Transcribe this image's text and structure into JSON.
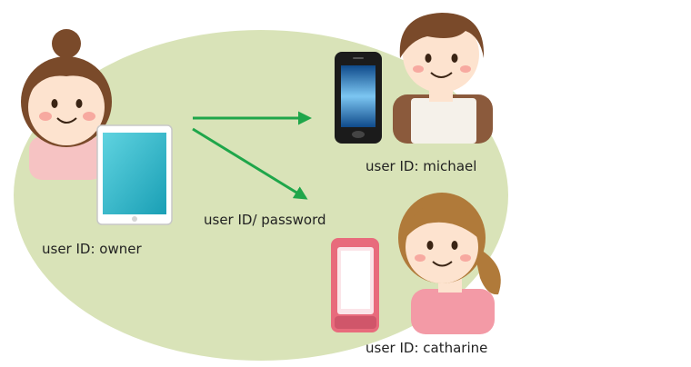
{
  "labels": {
    "owner": "user ID: owner",
    "message": "user ID/ password",
    "michael": "user ID: michael",
    "catharine": "user ID: catharine"
  },
  "colors": {
    "ellipse": "#d9e3b8",
    "arrow": "#1fa64a",
    "hair": "#7a4a2a",
    "skin": "#fde3cf",
    "owner_shirt": "#f6c3c3",
    "michael_apron": "#f5f1ea",
    "michael_shirt": "#8b5a3c",
    "catharine_shirt": "#f39aa6",
    "tablet_screen": "#2bb6c8",
    "phone_black": "#1b1b1b",
    "phone_pink": "#e86b7c"
  },
  "icons": [
    "owner-avatar",
    "tablet-icon",
    "smartphone-icon",
    "michael-avatar",
    "flip-phone-icon",
    "catharine-avatar"
  ]
}
